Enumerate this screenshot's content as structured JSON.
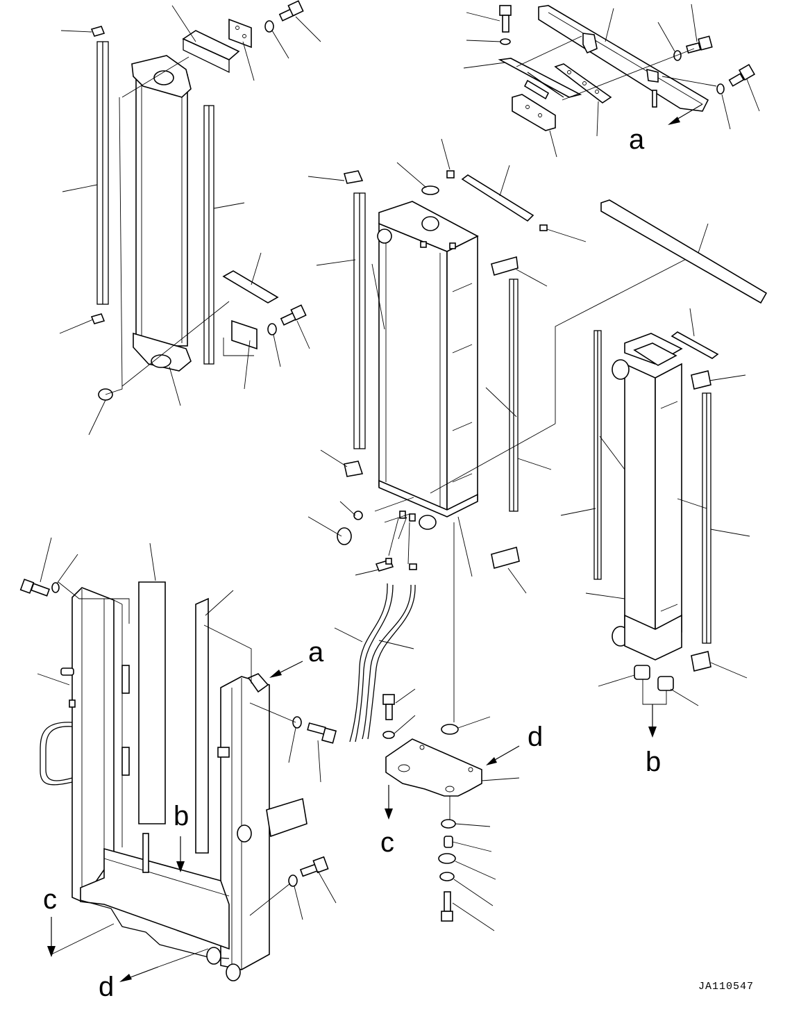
{
  "callouts": {
    "a": "a",
    "b": "b",
    "c": "c",
    "d": "d"
  },
  "drawing_code": "JA110547"
}
